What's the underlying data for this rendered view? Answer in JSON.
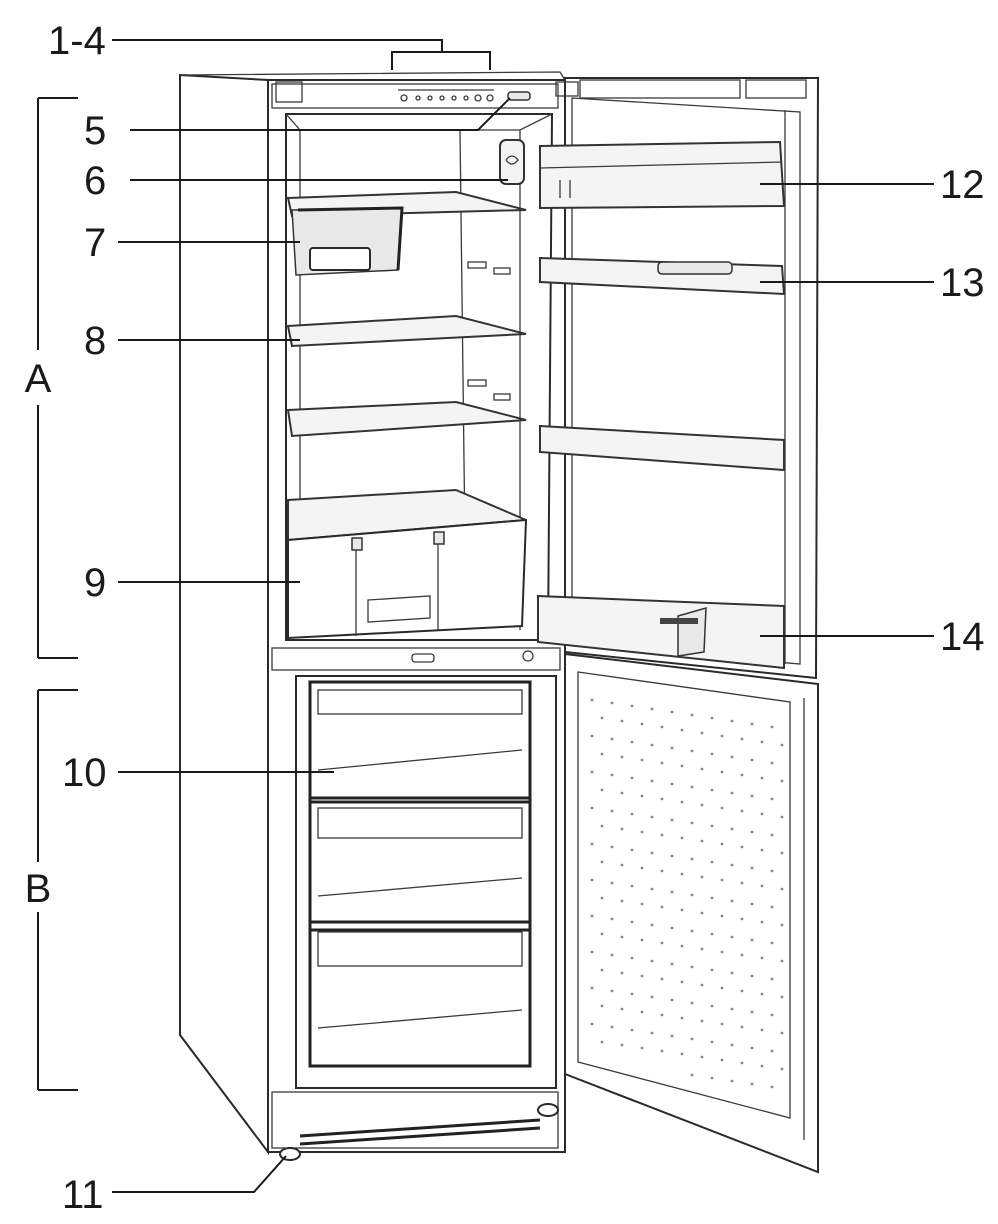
{
  "diagram": {
    "callouts": [
      {
        "id": "1-4",
        "text": "1-4"
      },
      {
        "id": "5",
        "text": "5"
      },
      {
        "id": "6",
        "text": "6"
      },
      {
        "id": "7",
        "text": "7"
      },
      {
        "id": "8",
        "text": "8"
      },
      {
        "id": "9",
        "text": "9"
      },
      {
        "id": "10",
        "text": "10"
      },
      {
        "id": "11",
        "text": "11"
      },
      {
        "id": "12",
        "text": "12"
      },
      {
        "id": "13",
        "text": "13"
      },
      {
        "id": "14",
        "text": "14"
      }
    ],
    "sections": [
      {
        "id": "A",
        "text": "A"
      },
      {
        "id": "B",
        "text": "B"
      }
    ]
  }
}
